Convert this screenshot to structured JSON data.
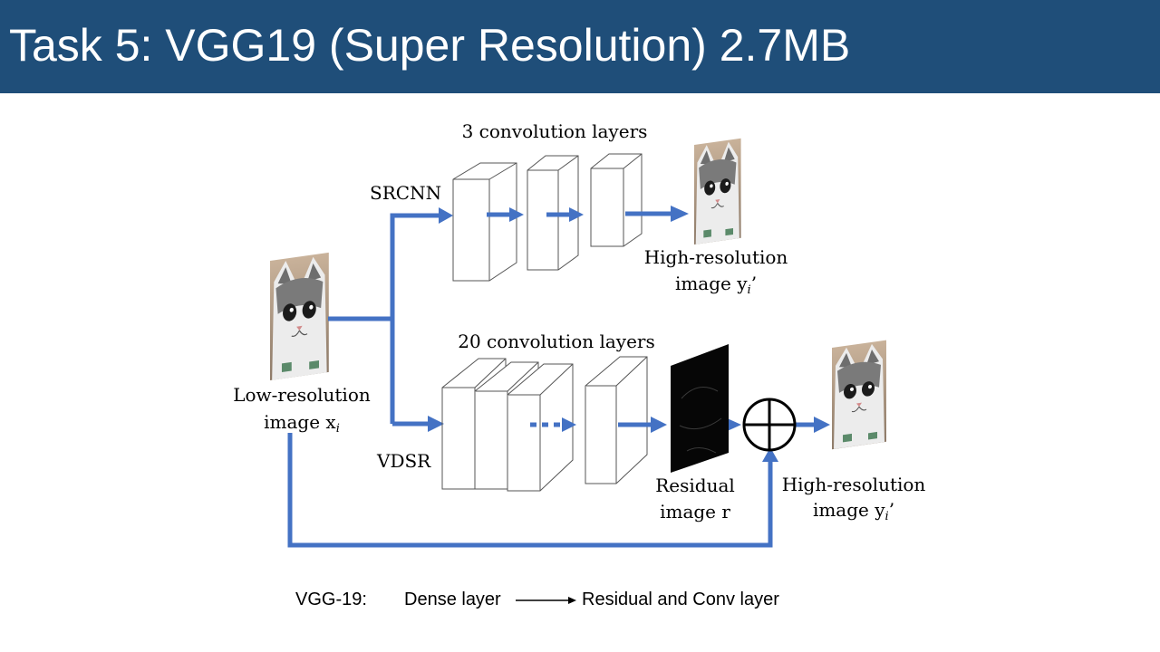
{
  "slide": {
    "title": "Task 5: VGG19 (Super Resolution) 2.7MB"
  },
  "diagram": {
    "srcnn": {
      "section_label": "3 convolution layers",
      "branch_label": "SRCNN",
      "output_line1": "High-resolution",
      "output_line2": "image y",
      "output_sub": "i",
      "output_suffix": "’"
    },
    "input": {
      "line1": "Low-resolution",
      "line2": "image x",
      "sub": "i"
    },
    "vdsr": {
      "section_label": "20 convolution layers",
      "branch_label": "VDSR",
      "residual_line1": "Residual",
      "residual_line2": "image r",
      "output_line1": "High-resolution",
      "output_line2": "image y",
      "output_sub": "i",
      "output_suffix": "’"
    },
    "colors": {
      "arrow": "#4472c4",
      "title_bar": "#1f4e79"
    }
  },
  "footer": {
    "model_label": "VGG-19:",
    "from_label": "Dense layer",
    "to_label": "Residual and Conv layer"
  }
}
